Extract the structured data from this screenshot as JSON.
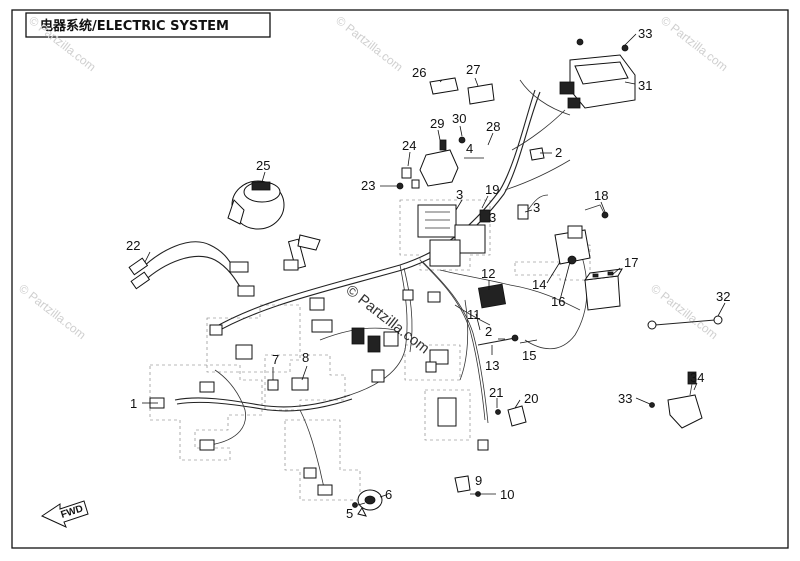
{
  "title": "电器系统/ELECTRIC SYSTEM",
  "watermark": "© Partzilla.com",
  "fwd_label": "FWD",
  "callouts": [
    "1",
    "2",
    "3",
    "4",
    "5",
    "6",
    "7",
    "8",
    "9",
    "10",
    "11",
    "12",
    "13",
    "14",
    "15",
    "16",
    "17",
    "18",
    "19",
    "20",
    "21",
    "22",
    "23",
    "24",
    "25",
    "26",
    "27",
    "28",
    "29",
    "30",
    "31",
    "32",
    "33",
    "34"
  ]
}
